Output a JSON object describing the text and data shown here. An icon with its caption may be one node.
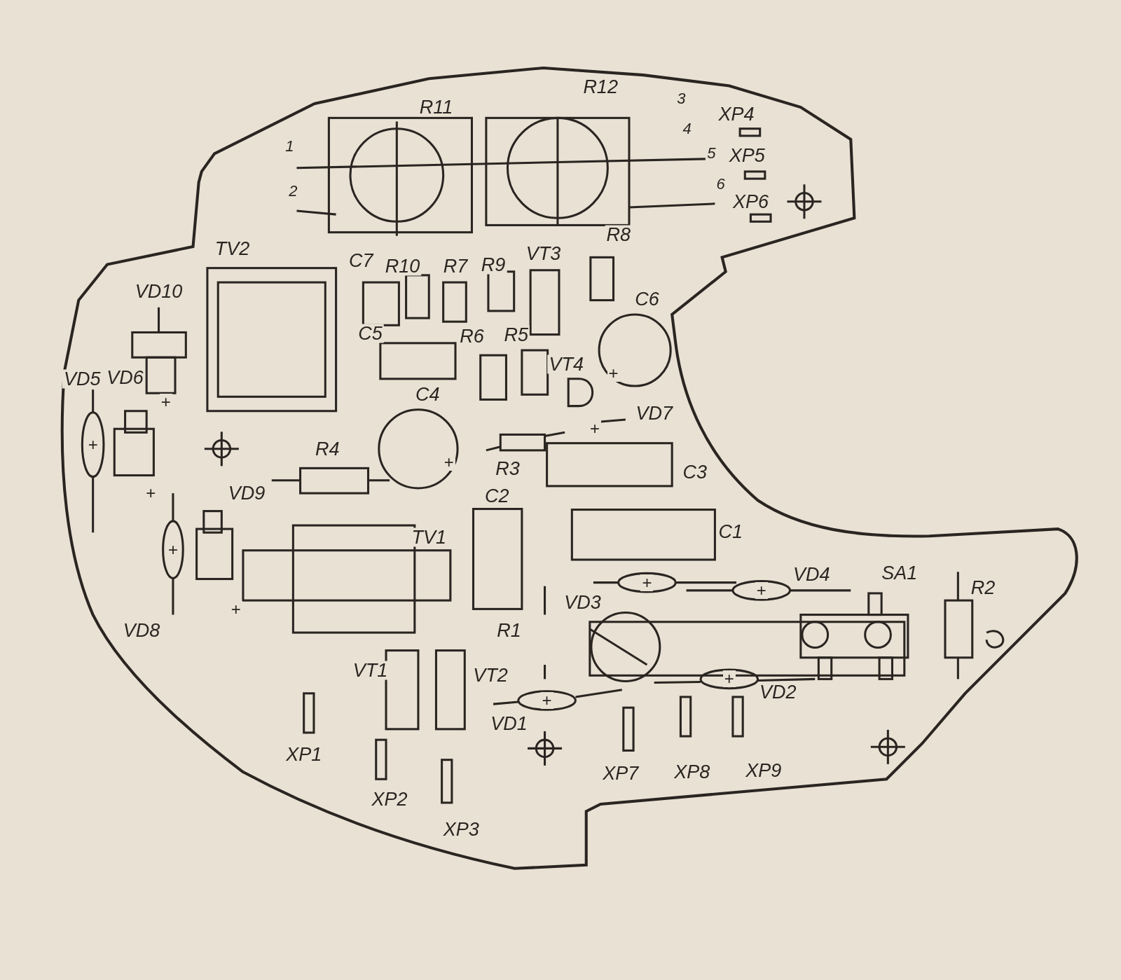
{
  "diagram": {
    "labels": [
      "R11",
      "R12",
      "3",
      "XP4",
      "4",
      "1",
      "5",
      "XP5",
      "2",
      "6",
      "XP6",
      "R8",
      "TV2",
      "VT3",
      "C7",
      "R10",
      "R7",
      "R9",
      "VD10",
      "C6",
      "C5",
      "R6",
      "R5",
      "VT4",
      "+",
      "VD5",
      "VD6",
      "+",
      "VD7",
      "C4",
      "+",
      "+",
      "R4",
      "+",
      "R3",
      "C3",
      "+",
      "VD9",
      "C2",
      "C1",
      "+",
      "TV1",
      "VD4",
      "SA1",
      "R2",
      "+",
      "+",
      "VD3",
      "+",
      "VD8",
      "R1",
      "VT1",
      "VT2",
      "+",
      "VD2",
      "+",
      "VD1",
      "XP1",
      "XP7",
      "XP8",
      "XP9",
      "XP2",
      "XP3"
    ]
  }
}
